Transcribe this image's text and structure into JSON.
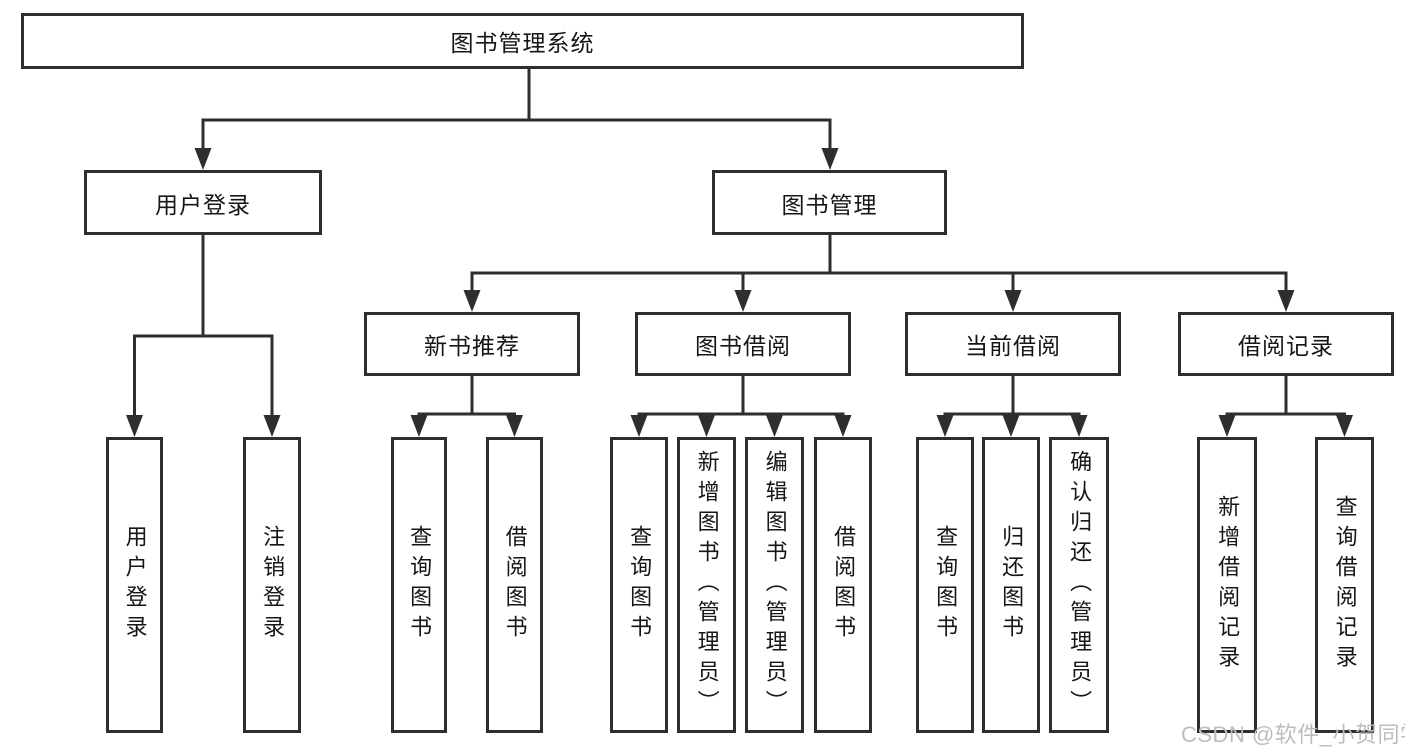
{
  "tree": {
    "root": "图书管理系统",
    "user_login": {
      "label": "用户登录",
      "children": [
        "用户登录",
        "注销登录"
      ]
    },
    "book_mgmt": {
      "label": "图书管理",
      "sections": [
        {
          "label": "新书推荐",
          "children": [
            "查询图书",
            "借阅图书"
          ]
        },
        {
          "label": "图书借阅",
          "children": [
            "查询图书",
            "新增图书（管理员）",
            "编辑图书（管理员）",
            "借阅图书"
          ]
        },
        {
          "label": "当前借阅",
          "children": [
            "查询图书",
            "归还图书",
            "确认归还（管理员）"
          ]
        },
        {
          "label": "借阅记录",
          "children": [
            "新增借阅记录",
            "查询借阅记录"
          ]
        }
      ]
    }
  },
  "watermark": "CSDN @软件_小贺同学",
  "colors": {
    "line": "#2e2e2e",
    "text": "#161616",
    "box_background": "#ffffff",
    "page_background": "#ffffff",
    "watermark": "#bdbdbd"
  }
}
